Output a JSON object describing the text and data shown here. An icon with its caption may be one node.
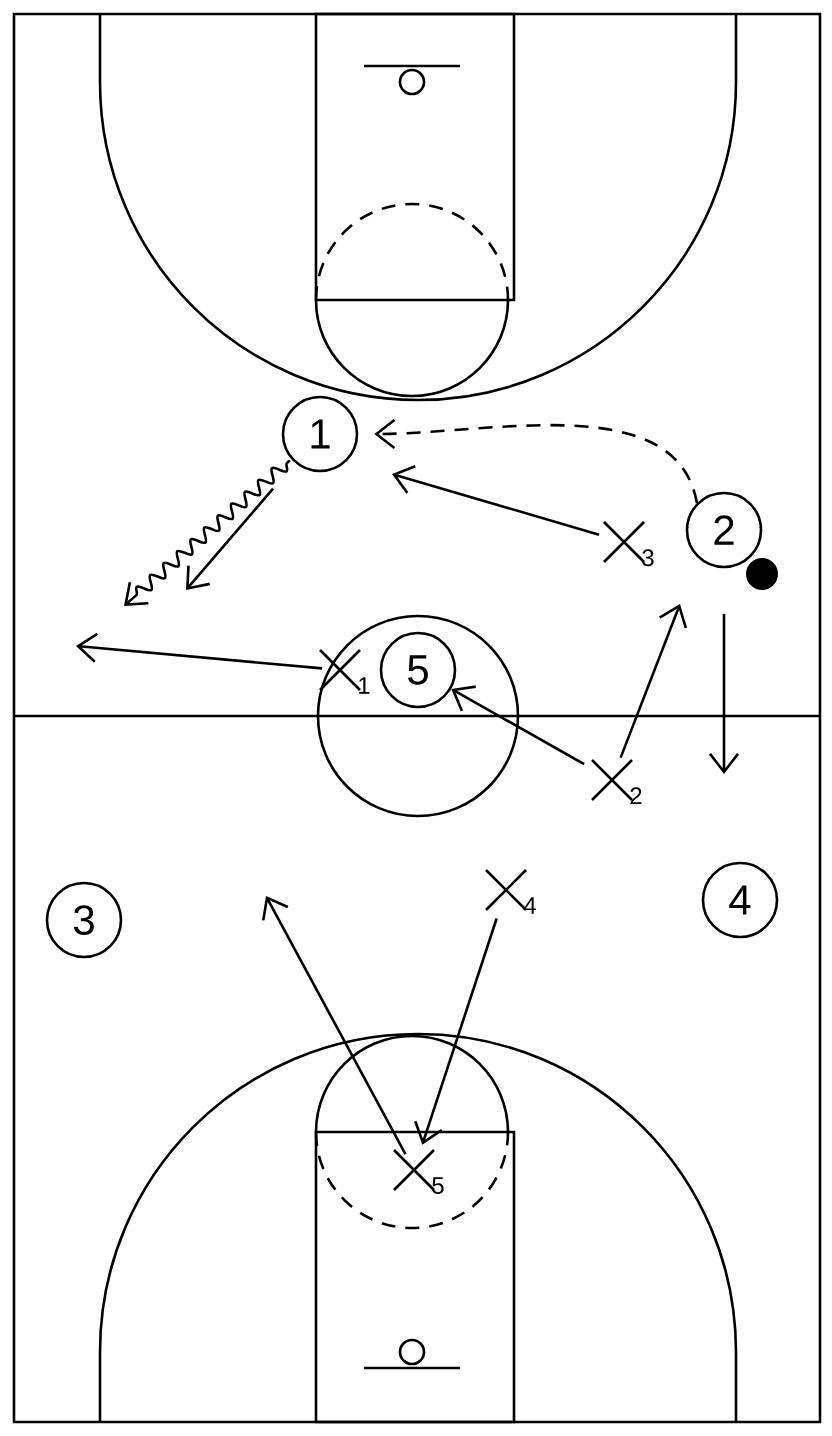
{
  "diagram": {
    "nodes": [
      {
        "text": [
          "1"
        ]
      },
      {
        "text": [
          "2"
        ]
      },
      {
        "text": [],
        "shape": "cross",
        "beside": [
          "3"
        ]
      },
      {
        "text": [],
        "shape": "cross",
        "beside": [
          "1"
        ]
      },
      {
        "text": [
          "5"
        ]
      },
      {
        "text": [],
        "shape": "cross",
        "beside": [
          "2"
        ]
      },
      {
        "text": [],
        "shape": "cross",
        "beside": [
          "4"
        ]
      },
      {
        "text": [
          "4"
        ]
      },
      {
        "text": [
          "3"
        ]
      },
      {
        "text": [],
        "shape": "cross",
        "beside": [
          "5"
        ]
      }
    ],
    "edges": [
      {
        "from": 1,
        "to": 0,
        "arrow": "to",
        "style": "dashed"
      },
      {
        "from": 2,
        "to": null,
        "arrow": "to"
      },
      {
        "from": 0,
        "to": null,
        "arrow": "to"
      },
      {
        "from": 0,
        "to": null,
        "arrow": "to"
      },
      {
        "from": 3,
        "to": null,
        "arrow": "to"
      },
      {
        "from": 5,
        "to": null,
        "arrow": "to"
      },
      {
        "from": 5,
        "to": 4,
        "arrow": "to"
      },
      {
        "from": 1,
        "to": null,
        "arrow": "to"
      },
      {
        "from": 6,
        "to": 9,
        "arrow": "to"
      },
      {
        "from": 9,
        "to": null,
        "arrow": "to"
      }
    ]
  }
}
